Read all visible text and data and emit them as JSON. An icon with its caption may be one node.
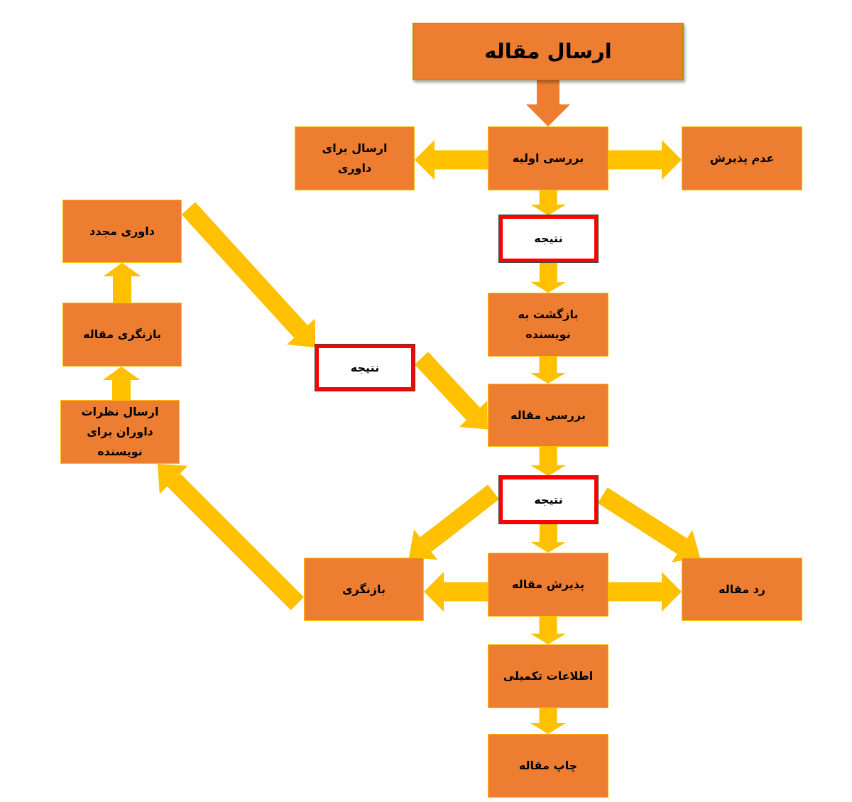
{
  "diagram": {
    "nodes": [
      {
        "text": [
          "ارسال مقاله"
        ]
      },
      {
        "text": [
          "عدم پذیرش"
        ]
      },
      {
        "text": [
          "بررسی اولیه"
        ]
      },
      {
        "text": [
          "ارسال برای داوری"
        ]
      },
      {
        "text": [
          "داوری مجدد"
        ]
      },
      {
        "text": [
          "نتیجه"
        ]
      },
      {
        "text": [
          "بازگشت به نویسنده"
        ]
      },
      {
        "text": [
          "بازنگری مقاله"
        ]
      },
      {
        "text": [
          "نتیجه"
        ]
      },
      {
        "text": [
          "بررسی مقاله"
        ]
      },
      {
        "text": [
          "ارسال نظرات داوران برای نویسنده"
        ]
      },
      {
        "text": [
          "نتیجه"
        ]
      },
      {
        "text": [
          "رد مقاله"
        ]
      },
      {
        "text": [
          "پذیرش مقاله"
        ]
      },
      {
        "text": [
          "بازنگری"
        ]
      },
      {
        "text": [
          "اطلاعات تکمیلی"
        ]
      },
      {
        "text": [
          "چاپ مقاله"
        ]
      }
    ],
    "edges": [
      {
        "from": 0,
        "to": 2,
        "arrow": "to",
        "color": "#ed7d31"
      },
      {
        "from": 2,
        "to": 1,
        "arrow": "to"
      },
      {
        "from": 2,
        "to": 3,
        "arrow": "to"
      },
      {
        "from": 2,
        "to": 5,
        "arrow": "to"
      },
      {
        "from": 5,
        "to": 6,
        "arrow": "to"
      },
      {
        "from": 6,
        "to": 9,
        "arrow": "to"
      },
      {
        "from": 4,
        "to": 8,
        "arrow": "to"
      },
      {
        "from": 8,
        "to": 9,
        "arrow": "to"
      },
      {
        "from": 9,
        "to": 11,
        "arrow": "to"
      },
      {
        "from": 11,
        "to": 14,
        "arrow": "to"
      },
      {
        "from": 11,
        "to": 12,
        "arrow": "to"
      },
      {
        "from": 11,
        "to": 13,
        "arrow": "to"
      },
      {
        "from": 13,
        "to": 12,
        "arrow": "to"
      },
      {
        "from": 13,
        "to": 14,
        "arrow": "to"
      },
      {
        "from": 14,
        "to": 10,
        "arrow": "to"
      },
      {
        "from": 10,
        "to": 7,
        "arrow": "to"
      },
      {
        "from": 7,
        "to": 4,
        "arrow": "to"
      },
      {
        "from": 13,
        "to": 15,
        "arrow": "to"
      },
      {
        "from": 15,
        "to": 16,
        "arrow": "to"
      }
    ]
  }
}
